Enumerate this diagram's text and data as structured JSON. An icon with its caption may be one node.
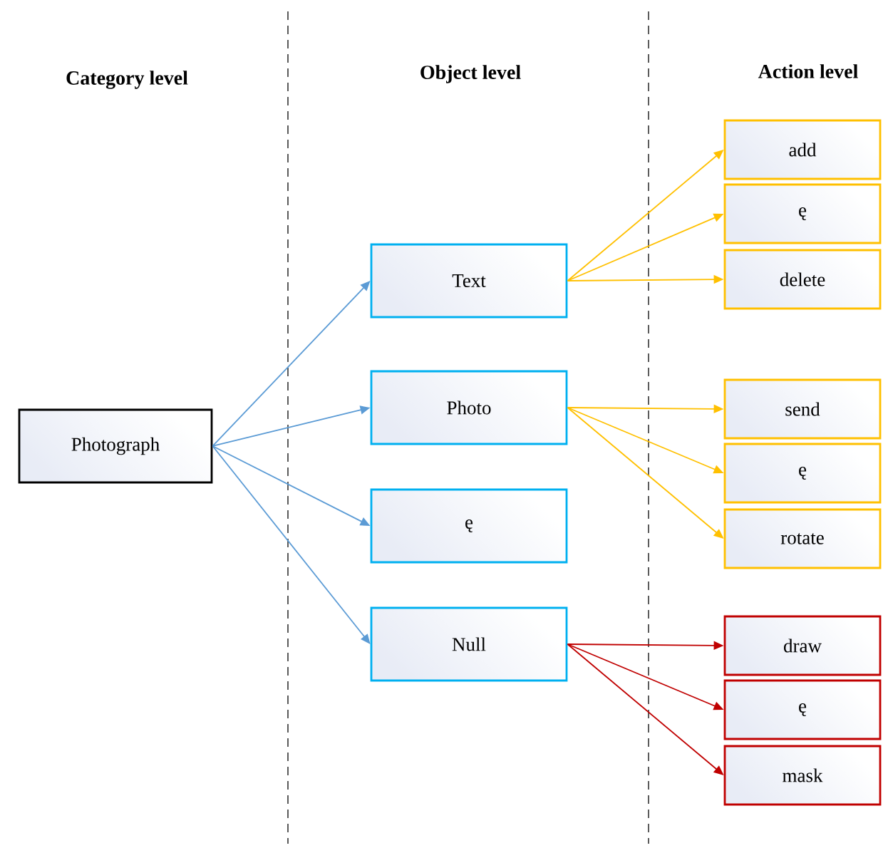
{
  "diagram": {
    "nodes": [
      {
        "text": [
          "Photograph"
        ]
      },
      {
        "text": [
          "Text"
        ]
      },
      {
        "text": [
          "Photo"
        ]
      },
      {
        "text": [
          "ę"
        ]
      },
      {
        "text": [
          "Null"
        ]
      },
      {
        "text": [
          "add"
        ]
      },
      {
        "text": [
          "ę"
        ]
      },
      {
        "text": [
          "delete"
        ]
      },
      {
        "text": [
          "send"
        ]
      },
      {
        "text": [
          "ę"
        ]
      },
      {
        "text": [
          "rotate"
        ]
      },
      {
        "text": [
          "draw"
        ]
      },
      {
        "text": [
          "ę"
        ]
      },
      {
        "text": [
          "mask"
        ]
      }
    ],
    "edges": [
      {
        "from": 0,
        "to": 1,
        "arrow": "to",
        "color": "#5b9bd5"
      },
      {
        "from": 0,
        "to": 2,
        "arrow": "to",
        "color": "#5b9bd5"
      },
      {
        "from": 0,
        "to": 3,
        "arrow": "to",
        "color": "#5b9bd5"
      },
      {
        "from": 0,
        "to": 4,
        "arrow": "to",
        "color": "#5b9bd5"
      },
      {
        "from": 1,
        "to": 5,
        "arrow": "to",
        "color": "#ffc000"
      },
      {
        "from": 1,
        "to": 6,
        "arrow": "to",
        "color": "#ffc000"
      },
      {
        "from": 1,
        "to": 7,
        "arrow": "to",
        "color": "#ffc000"
      },
      {
        "from": 2,
        "to": 8,
        "arrow": "to",
        "color": "#ffc000"
      },
      {
        "from": 2,
        "to": 9,
        "arrow": "to",
        "color": "#ffc000"
      },
      {
        "from": 2,
        "to": 10,
        "arrow": "to",
        "color": "#ffc000"
      },
      {
        "from": 4,
        "to": 11,
        "arrow": "to",
        "color": "#c00000"
      },
      {
        "from": 4,
        "to": 12,
        "arrow": "to",
        "color": "#c00000"
      },
      {
        "from": 4,
        "to": 13,
        "arrow": "to",
        "color": "#c00000"
      }
    ],
    "labels": [
      "Category level",
      "Object level",
      "Action level"
    ]
  }
}
